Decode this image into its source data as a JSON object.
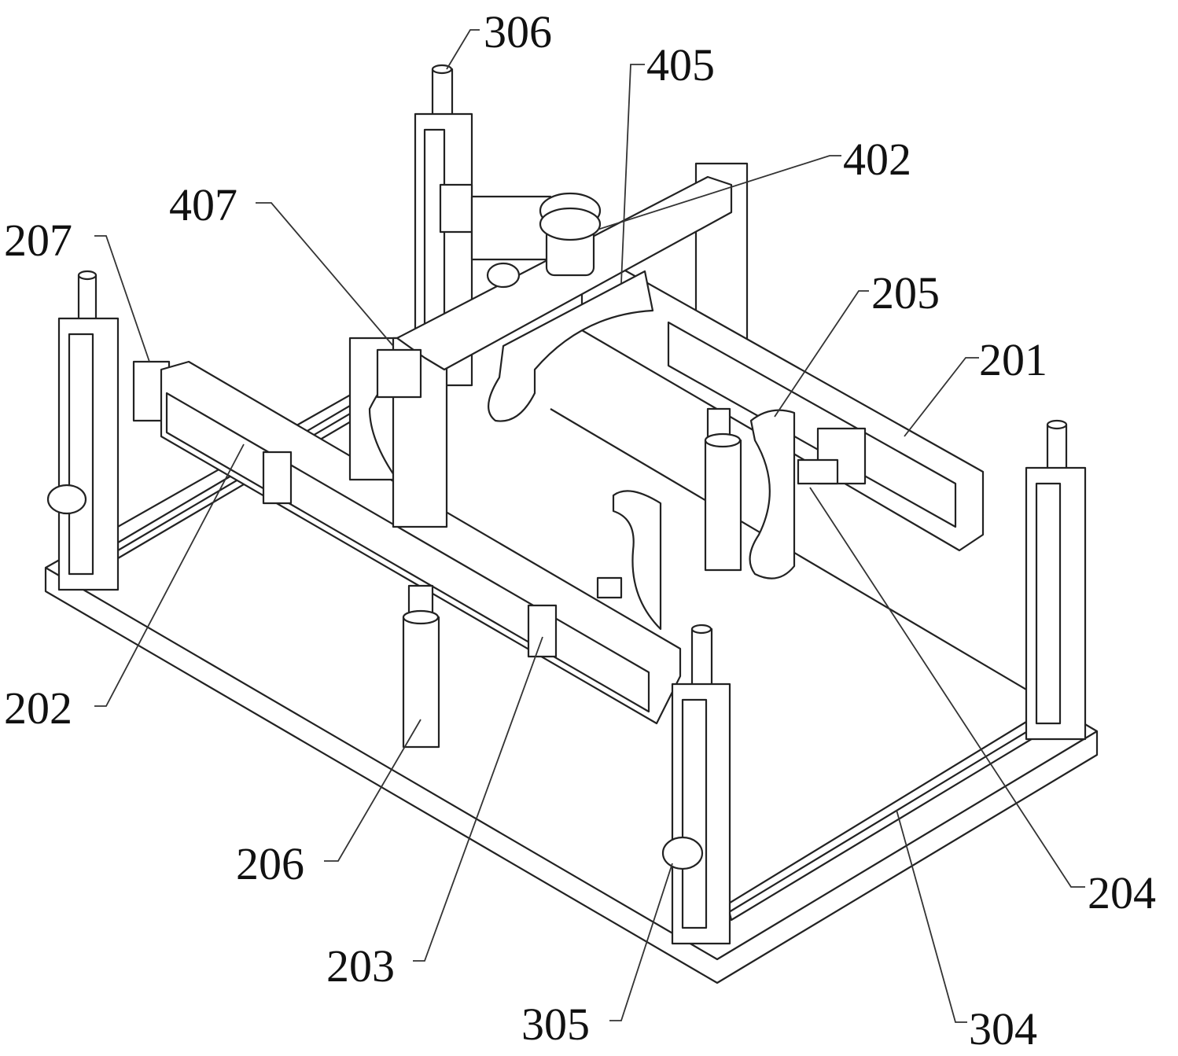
{
  "figure": {
    "labels": {
      "l306": "306",
      "l405": "405",
      "l402": "402",
      "l407": "407",
      "l207": "207",
      "l205": "205",
      "l201": "201",
      "l202": "202",
      "l206": "206",
      "l203": "203",
      "l305": "305",
      "l304": "304",
      "l204": "204"
    }
  }
}
